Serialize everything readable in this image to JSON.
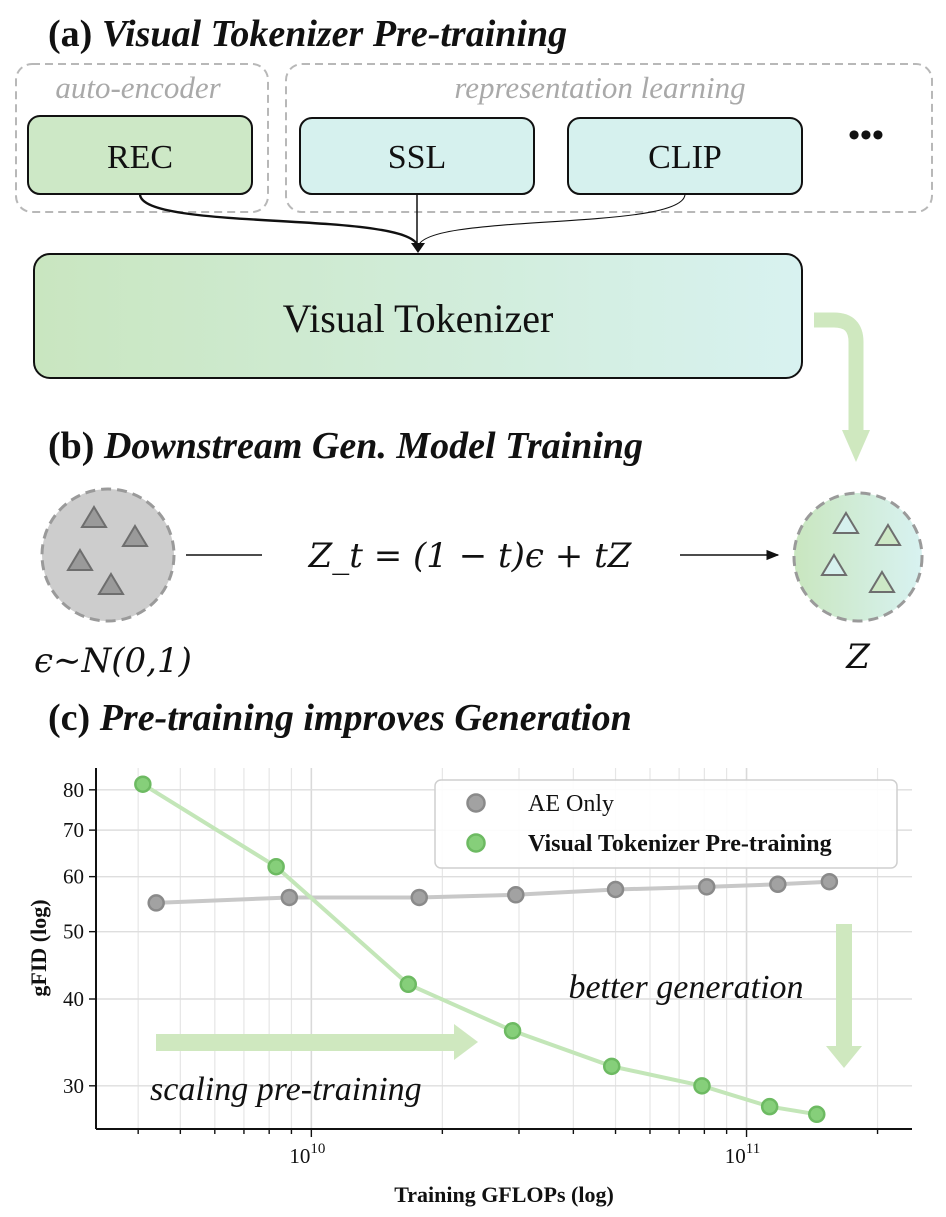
{
  "section_a": {
    "label": "(a)",
    "title": "Visual Tokenizer Pre-training",
    "group_autoencoder": "auto-encoder",
    "group_representation": "representation learning",
    "box_rec": "REC",
    "box_ssl": "SSL",
    "box_clip": "CLIP",
    "more": "•••",
    "tokenizer": "Visual Tokenizer"
  },
  "section_b": {
    "label": "(b)",
    "title": "Downstream Gen. Model Training",
    "equation": "Z_t = (1 − t)ϵ + tZ",
    "noise_label": "ϵ∼N(0,1)",
    "latent_label": "Z"
  },
  "section_c": {
    "label": "(c)",
    "title": "Pre-training improves Generation",
    "annotation_scaling": "scaling pre-training",
    "annotation_better": "better generation"
  },
  "colors": {
    "green_light": "#cde8c6",
    "cyan_light": "#d6f1ee",
    "green_arrow": "#cfe8bf",
    "grey_point": "#9e9e9e",
    "green_point": "#7cca72"
  },
  "chart_data": {
    "type": "line",
    "xlabel": "Training GFLOPs (log)",
    "ylabel": "gFID (log)",
    "xscale": "log",
    "yscale": "log",
    "xlim": [
      3200000000.0,
      240000000000.0
    ],
    "ylim": [
      26,
      86
    ],
    "xticks": [
      {
        "value": 10000000000.0,
        "base": "10",
        "exp": "10"
      },
      {
        "value": 100000000000.0,
        "base": "10",
        "exp": "11"
      }
    ],
    "yticks": [
      30,
      40,
      50,
      60,
      70,
      80
    ],
    "grid": true,
    "legend": "top-right",
    "series": [
      {
        "name": "AE Only",
        "color": "#9e9e9e",
        "x": [
          4400000000.0,
          8900000000.0,
          17700000000.0,
          29500000000.0,
          50000000000.0,
          81000000000.0,
          118000000000.0,
          155000000000.0
        ],
        "y": [
          55,
          56,
          56,
          56.5,
          57.5,
          58,
          58.5,
          59
        ]
      },
      {
        "name": "Visual Tokenizer Pre-training",
        "color": "#7cca72",
        "x": [
          4100000000.0,
          8300000000.0,
          16700000000.0,
          29000000000.0,
          49000000000.0,
          79000000000.0,
          113000000000.0,
          145000000000.0
        ],
        "y": [
          81.5,
          62,
          42,
          36,
          32,
          30,
          28,
          27.3
        ]
      }
    ]
  }
}
